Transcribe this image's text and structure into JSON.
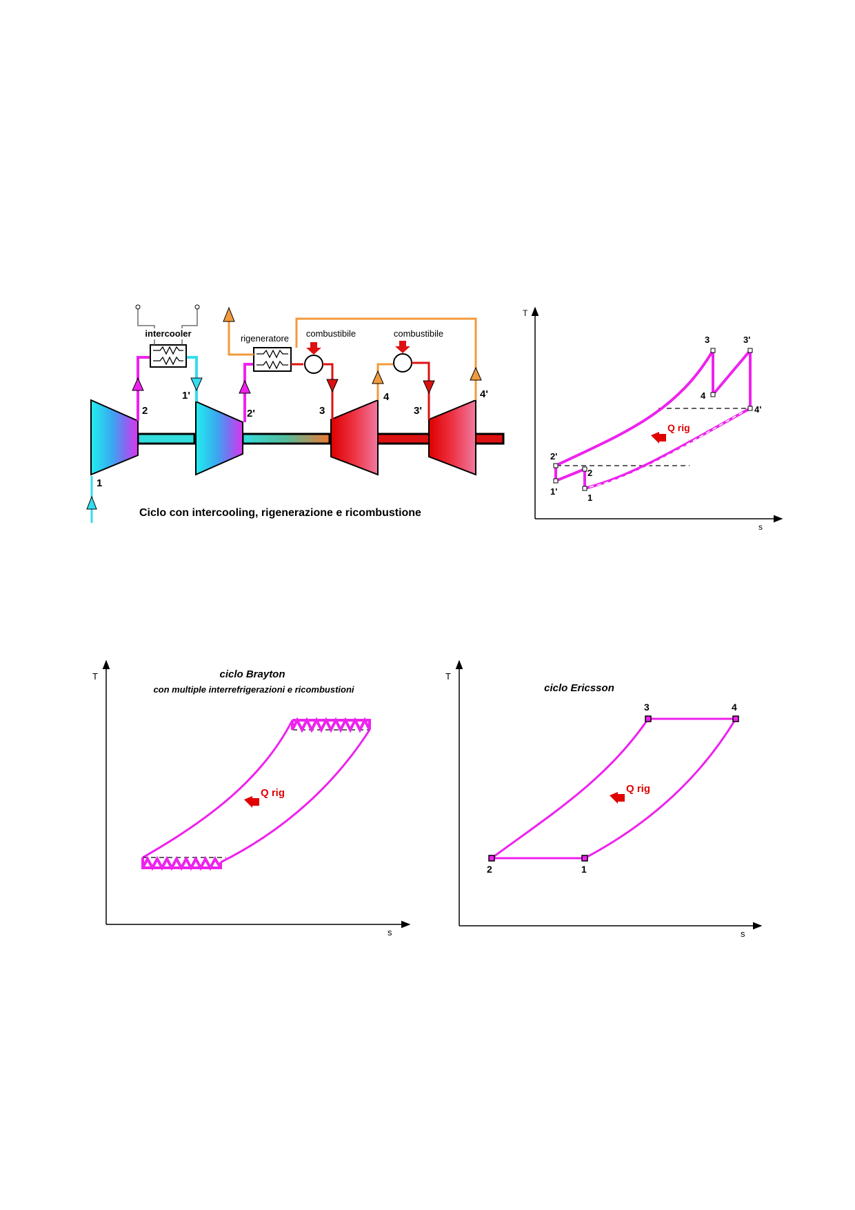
{
  "colors": {
    "cycle": "#ee22ee",
    "cold": "#33ddee",
    "hot": "#dd1111",
    "exhaust": "#f39a3c",
    "heat_arrow": "#e00000",
    "shaft": "#000000"
  },
  "schematic": {
    "caption": "Ciclo con intercooling, rigenerazione e ricombustione",
    "intercooler_label": "intercooler",
    "regenerator_label": "rigeneratore",
    "fuel1_label": "combustibile",
    "fuel2_label": "combustibile",
    "station_labels": [
      "1",
      "2",
      "1'",
      "2'",
      "3",
      "4",
      "3'",
      "4'"
    ]
  },
  "ts_main": {
    "axis_t": "T",
    "axis_s": "s",
    "heat_label": "Q rig",
    "point_labels": [
      "1",
      "2",
      "1'",
      "2'",
      "3",
      "4",
      "3'",
      "4'"
    ]
  },
  "brayton": {
    "title": "ciclo Brayton",
    "subtitle": "con multiple interrefrigerazioni e ricombustioni",
    "axis_t": "T",
    "axis_s": "s",
    "heat_label": "Q rig"
  },
  "ericsson": {
    "title": "ciclo Ericsson",
    "axis_t": "T",
    "axis_s": "s",
    "heat_label": "Q rig",
    "point_labels": [
      "1",
      "2",
      "3",
      "4"
    ]
  }
}
